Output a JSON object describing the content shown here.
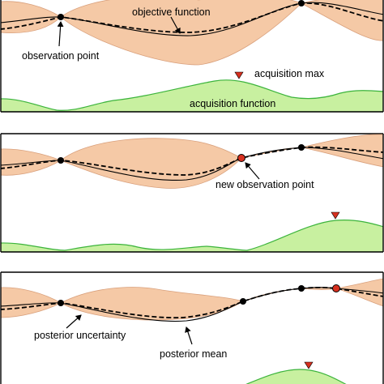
{
  "colors": {
    "uncertainty_band": "#f5c9a6",
    "band_edge": "#d9a07c",
    "acquisition_fill": "#c8f0a0",
    "acquisition_line": "#3cb43c",
    "observation_point": "#000000",
    "new_observation_point": "#d7301f",
    "max_marker": "#d7301f"
  },
  "icons": {
    "observation_marker": "black-dot",
    "new_observation_marker": "red-dot",
    "acquisition_max_marker": "red-down-triangle"
  },
  "panels": [
    {
      "annotations": {
        "objective_function": "objective function",
        "observation_point": "observation point",
        "acquisition_max": "acquisition max",
        "acquisition_function": "acquisition function"
      }
    },
    {
      "annotations": {
        "new_observation_point": "new observation point"
      }
    },
    {
      "annotations": {
        "posterior_uncertainty": "posterior uncertainty",
        "posterior_mean": "posterior mean"
      }
    }
  ]
}
